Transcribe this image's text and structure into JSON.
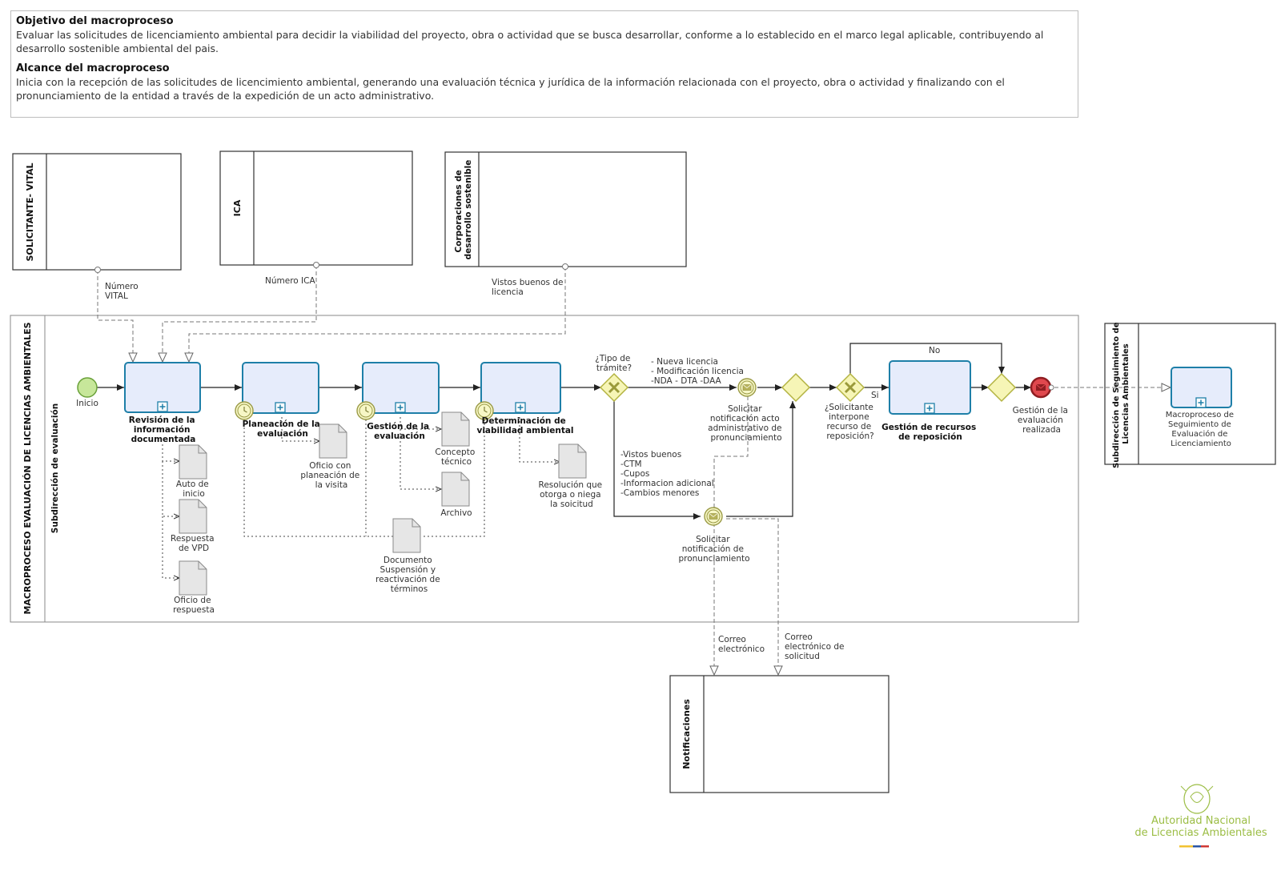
{
  "header": {
    "objective_title": "Objetivo del macroproceso",
    "objective_text": "Evaluar las solicitudes de licenciamiento ambiental para decidir la viabilidad del proyecto, obra o actividad que se busca desarrollar, conforme a lo establecido en el marco legal aplicable, contribuyendo al desarrollo sostenible ambiental del pais.",
    "scope_title": "Alcance del macroproceso",
    "scope_text": "Inicia con la recepción de las solicitudes de licencimiento ambiental, generando una evaluación técnica y jurídica de la información relacionada con el proyecto, obra o actividad y finalizando con el pronunciamiento de la entidad a través de la expedición de un acto administrativo."
  },
  "pools": {
    "solicitante": "SOLICITANTE- VITAL",
    "ica": "ICA",
    "corporaciones": [
      "Corporaciones de",
      "desarrollo sostenible"
    ],
    "main": "MACROPROCESO EVALUACIÓN DE LICENCIAS AMBIENTALES",
    "main_lane": "Subdirección de evaluación",
    "seguimiento": [
      "Subdirección de Seguimiento de",
      "Licencias Ambientales"
    ],
    "notificaciones": "Notificaciones"
  },
  "flows": {
    "numero_vital": [
      "Número",
      "VITAL"
    ],
    "numero_ica": "Número ICA",
    "vistos_buenos": [
      "Vistos buenos de",
      "licencia"
    ],
    "correo": [
      "Correo",
      "electrónico"
    ],
    "correo_solicitud": [
      "Correo",
      "electrónico de",
      "solicitud"
    ]
  },
  "events": {
    "inicio": "Inicio",
    "fin": [
      "Gestión de la",
      "evaluación",
      "realizada"
    ]
  },
  "tasks": {
    "revision": [
      "Revisión de la",
      "información",
      "documentada"
    ],
    "planeacion": [
      "Planeación de la",
      "evaluación"
    ],
    "gestion": [
      "Gestión de la",
      "evaluación"
    ],
    "determinacion": [
      "Determinación de",
      "viabilidad ambiental"
    ],
    "recursos": [
      "Gestión de recursos",
      "de reposición"
    ],
    "macro_seguimiento": [
      "Macroproceso de",
      "Seguimiento de",
      "Evaluación de",
      "Licenciamiento"
    ]
  },
  "gateways": {
    "tipo_tramite": [
      "¿Tipo de",
      "trámite?"
    ],
    "recurso": [
      "¿Solicitante",
      "interpone",
      "recurso de",
      "reposición?"
    ],
    "opcion_1": [
      "- Nueva licencia",
      "- Modificación licencia",
      "-NDA - DTA -DAA"
    ],
    "opcion_2": [
      "-Vistos buenos",
      "-CTM",
      "-Cupos",
      "-Informacion adicional",
      "-Cambios menores"
    ],
    "si": "Si",
    "no": "No"
  },
  "message_events": {
    "acto": [
      "Solicitar",
      "notificación acto",
      "administrativo de",
      "pronunciamiento"
    ],
    "pronunciamiento": [
      "Solicitar",
      "notificación de",
      "pronunciamiento"
    ]
  },
  "documents": {
    "auto": [
      "Auto de",
      "inicio"
    ],
    "vpd": [
      "Respuesta",
      "de VPD"
    ],
    "oficio_respuesta": [
      "Oficio de",
      "respuesta"
    ],
    "oficio_planeacion": [
      "Oficio con",
      "planeación de",
      "la visita"
    ],
    "concepto": [
      "Concepto",
      "técnico"
    ],
    "archivo": "Archivo",
    "suspension": [
      "Documento",
      "Suspensión y",
      "reactivación de",
      "términos"
    ],
    "resolucion": [
      "Resolución que",
      "otorga o niega",
      "la soicitud"
    ]
  },
  "logo": {
    "line1": "Autoridad Nacional",
    "line2": "de Licencias Ambientales"
  },
  "colors": {
    "task_fill": "#e6ecfb",
    "task_stroke": "#1e7fa8",
    "gateway_fill": "#f6f5b6",
    "gateway_stroke": "#b3b341",
    "start_fill": "#c7e79a",
    "end_fill": "#e0484e",
    "brand_green": "#9bbd44"
  }
}
